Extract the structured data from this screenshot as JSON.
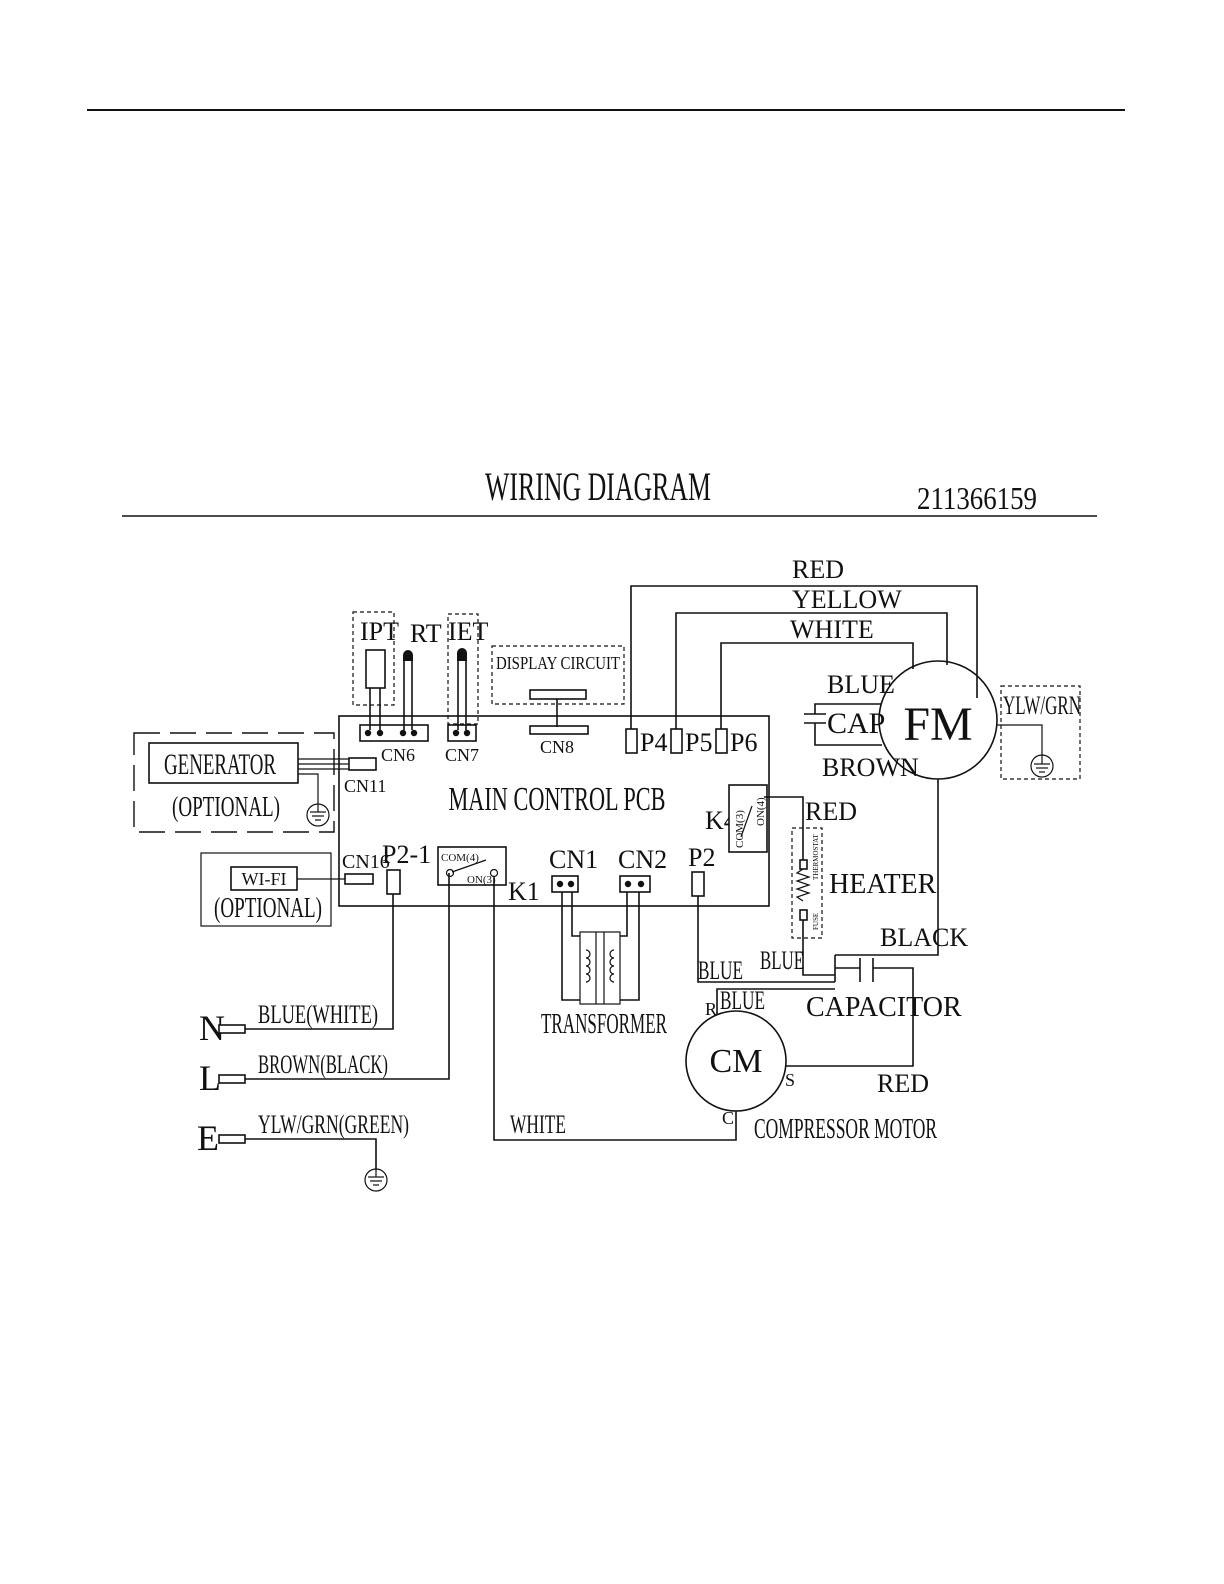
{
  "header": {
    "title": "WIRING DIAGRAM",
    "part_number": "211366159"
  },
  "pcb": {
    "label": "MAIN CONTROL PCB",
    "connectors": {
      "cn6": "CN6",
      "cn7": "CN7",
      "cn8": "CN8",
      "cn11": "CN11",
      "cn16": "CN16",
      "cn1": "CN1",
      "cn2": "CN2",
      "p4": "P4",
      "p5": "P5",
      "p6": "P6",
      "p2": "P2",
      "p2_1": "P2-1"
    },
    "relays": {
      "k1": "K1",
      "k1_com": "COM(4)",
      "k1_on": "ON(3)",
      "k4": "K4",
      "k4_com": "COM(3)",
      "k4_on": "ON(4)"
    }
  },
  "sensors": {
    "ipt": "IPT",
    "rt": "RT",
    "iet": "IET"
  },
  "modules": {
    "display": "DISPLAY CIRCUIT",
    "generator": "GENERATOR",
    "generator_optional": "(OPTIONAL)",
    "wifi": "WI-FI",
    "wifi_optional": "(OPTIONAL)",
    "transformer": "TRANSFORMER",
    "heater": "HEATER",
    "thermostat": "THERMOSTAT",
    "fuse": "FUSE",
    "capacitor": "CAPACITOR",
    "compressor": "COMPRESSOR MOTOR"
  },
  "fan_motor": {
    "label": "FM",
    "cap": "CAP"
  },
  "compressor_motor": {
    "label": "CM",
    "r": "R",
    "s": "S",
    "c": "C"
  },
  "wires": {
    "red_top": "RED",
    "yellow": "YELLOW",
    "white_top": "WHITE",
    "blue_cap": "BLUE",
    "brown": "BROWN",
    "ylw_grn_fm": "YLW/GRN",
    "red_k4": "RED",
    "black": "BLACK",
    "blue_p2": "BLUE",
    "blue_heater": "BLUE",
    "blue_cm": "BLUE",
    "red_cm": "RED",
    "white_cm": "WHITE",
    "blue_white": "BLUE(WHITE)",
    "brown_black": "BROWN(BLACK)",
    "ylw_grn_green": "YLW/GRN(GREEN)"
  },
  "terminals": {
    "n": "N",
    "l": "L",
    "e": "E"
  }
}
